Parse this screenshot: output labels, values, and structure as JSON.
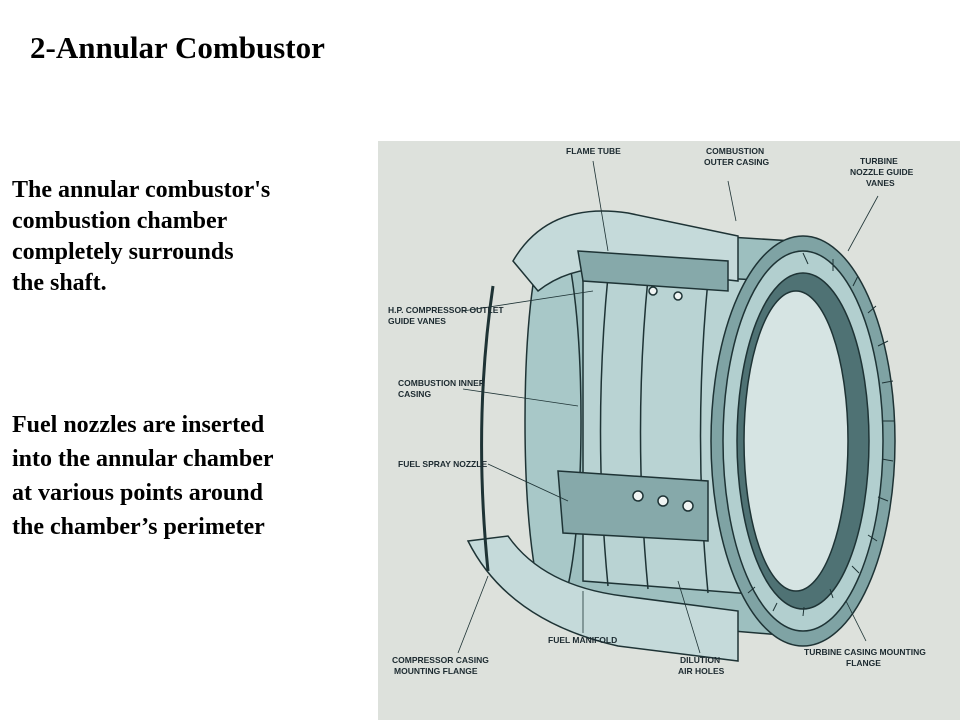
{
  "title": "2-Annular Combustor",
  "text_block_1": {
    "lines": [
      "The annular combustor's",
      "combustion chamber",
      "completely surrounds",
      "the shaft."
    ]
  },
  "text_block_2": {
    "lines": [
      "Fuel nozzles are inserted",
      "into the annular chamber",
      "at various points around",
      "the chamber’s perimeter"
    ]
  },
  "diagram": {
    "labels": {
      "flame_tube": "FLAME TUBE",
      "outer_casing_1": "COMBUSTION",
      "outer_casing_2": "OUTER CASING",
      "turbine_nozzle_1": "TURBINE",
      "turbine_nozzle_2": "NOZZLE GUIDE",
      "turbine_nozzle_3": "VANES",
      "hp_compressor_1": "H.P. COMPRESSOR OUTLET",
      "hp_compressor_2": "GUIDE VANES",
      "inner_casing_1": "COMBUSTION INNER",
      "inner_casing_2": "CASING",
      "fuel_spray_nozzle": "FUEL SPRAY NOZZLE",
      "fuel_manifold": "FUEL MANIFOLD",
      "compressor_flange_1": "COMPRESSOR CASING",
      "compressor_flange_2": "MOUNTING FLANGE",
      "dilution_1": "DILUTION",
      "dilution_2": "AIR HOLES",
      "turbine_flange_1": "TURBINE CASING MOUNTING",
      "turbine_flange_2": "FLANGE"
    },
    "colors": {
      "background": "#dde1dc",
      "metal_light": "#b9d3d3",
      "metal_mid": "#8fb1b2",
      "metal_dark": "#4f7274",
      "outline": "#1e3335"
    }
  }
}
